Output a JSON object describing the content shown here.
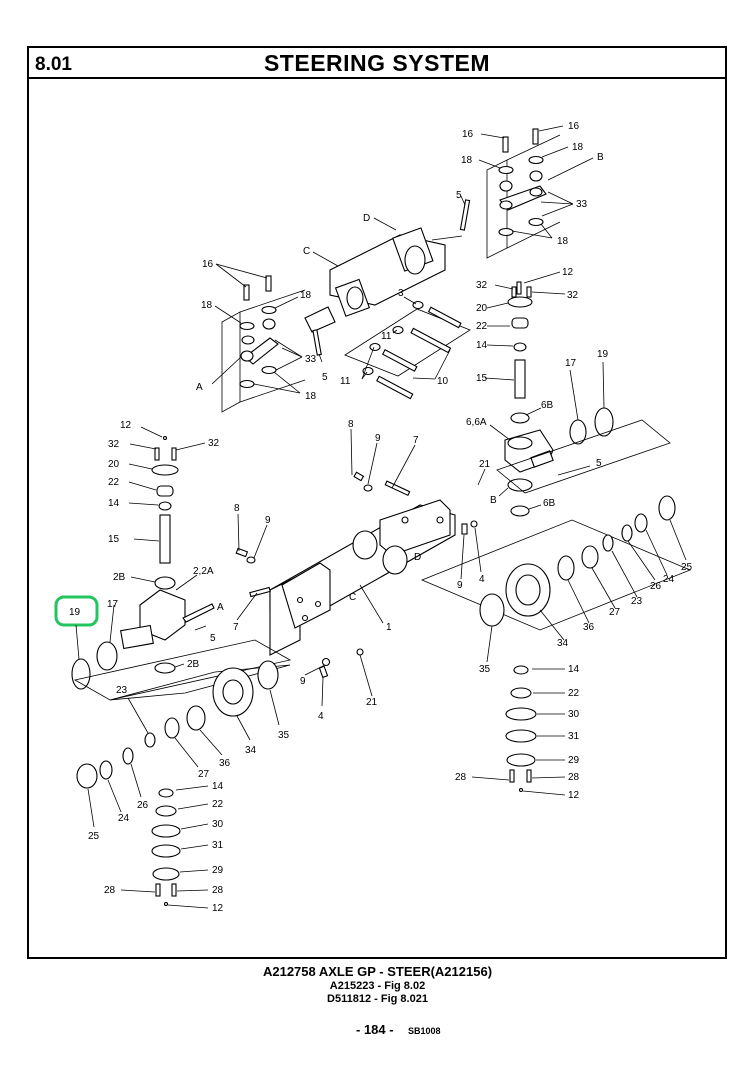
{
  "header": {
    "section": "8.01",
    "title": "STEERING SYSTEM"
  },
  "footer": {
    "line1": "A212758  AXLE GP - STEER(A212156)",
    "line2": "A215223 - Fig 8.02",
    "line3": "D511812 - Fig 8.021",
    "page": "- 184 -",
    "code": "SB1008"
  },
  "highlight": {
    "label": "19",
    "color": "#22c55e"
  },
  "callouts": {
    "upper_linkage": [
      "16",
      "16",
      "18",
      "18",
      "B",
      "5",
      "33",
      "18",
      "D"
    ],
    "left_linkage": [
      "C",
      "16",
      "18",
      "18",
      "33",
      "5",
      "A",
      "18",
      "3",
      "11",
      "11",
      "10"
    ],
    "right_king_pin": [
      "12",
      "32",
      "32",
      "20",
      "22",
      "14",
      "15",
      "17",
      "19",
      "6,6A",
      "6B",
      "21",
      "5",
      "B",
      "6B"
    ],
    "axle_beam": [
      "8",
      "9",
      "7",
      "8",
      "9",
      "9",
      "4",
      "D",
      "C",
      "7",
      "1",
      "9",
      "4",
      "21"
    ],
    "right_hub": [
      "25",
      "24",
      "26",
      "23",
      "27",
      "36",
      "34",
      "35"
    ],
    "right_lower": [
      "14",
      "22",
      "30",
      "31",
      "29",
      "28",
      "28",
      "12"
    ],
    "left_king_pin": [
      "12",
      "32",
      "32",
      "20",
      "22",
      "14",
      "15",
      "2B",
      "2,2A",
      "17",
      "A",
      "5",
      "2B"
    ],
    "left_hub": [
      "23",
      "35",
      "36",
      "34",
      "27",
      "26",
      "24",
      "25"
    ],
    "left_lower": [
      "14",
      "22",
      "30",
      "31",
      "29",
      "28",
      "28",
      "12"
    ]
  }
}
